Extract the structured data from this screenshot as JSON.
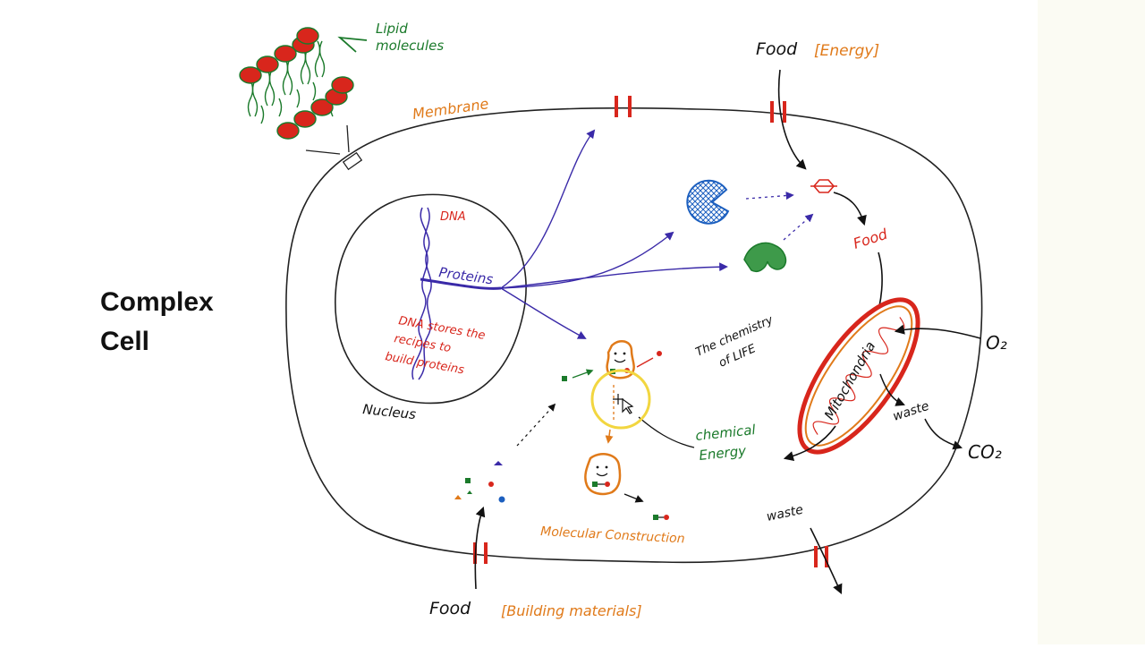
{
  "slide": {
    "title_line1": "Complex",
    "title_line2": "Cell"
  },
  "labels": {
    "lipid_line1": "Lipid",
    "lipid_line2": "molecules",
    "membrane": "Membrane",
    "food_top": "Food",
    "energy_bracket": "[Energy]",
    "dna": "DNA",
    "proteins": "Proteins",
    "dna_note_line1": "DNA stores the",
    "dna_note_line2": "recipes to",
    "dna_note_line3": "build proteins",
    "nucleus": "Nucleus",
    "food_inner": "Food",
    "chemistry_line1": "The chemistry",
    "chemistry_line2": "of LIFE",
    "mitochondria": "Mitochondria",
    "o2": "O₂",
    "waste_mito": "waste",
    "co2": "CO₂",
    "chemical_energy_line1": "chemical",
    "chemical_energy_line2": "Energy",
    "molecular_construction": "Molecular Construction",
    "waste_bottom": "waste",
    "food_bottom": "Food",
    "building_materials": "[Building materials]"
  },
  "colors": {
    "green": "#1b7a2b",
    "orange": "#e07a1a",
    "red": "#d8261c",
    "purple": "#3a2aa8",
    "blue": "#1c5fbf",
    "black": "#111111",
    "cursor_highlight": "#f2d640",
    "right_margin": "#fbfbf3"
  },
  "icons": {
    "cursor": "move-cursor-icon"
  }
}
